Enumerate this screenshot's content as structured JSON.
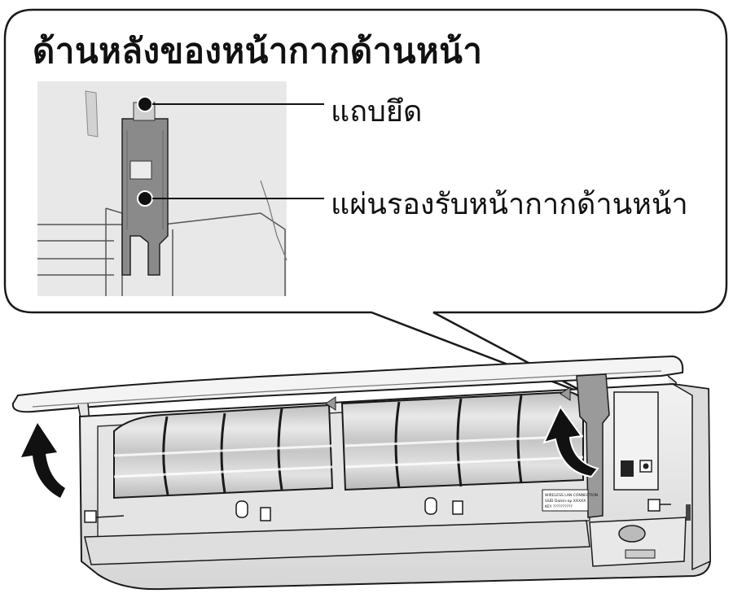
{
  "callout": {
    "title": "ด้านหลังของหน้ากากด้านหน้า",
    "labels": {
      "tab": "แถบยึด",
      "support_plate": "แผ่นรองรับหน้ากากด้านหน้า"
    }
  },
  "unit_label": {
    "line1": "WIRELESS LAN CONNECTION",
    "line2": "SSID Daikin-ap XXXXX",
    "line3": "KEY  ??????????"
  },
  "colors": {
    "outline": "#1a1a1a",
    "inset_background": "#e8e8e8",
    "panel_fill": "#f4f4f4",
    "filter_fill": "#cfcfcf",
    "support_plate_fill": "#8a8a8a"
  }
}
